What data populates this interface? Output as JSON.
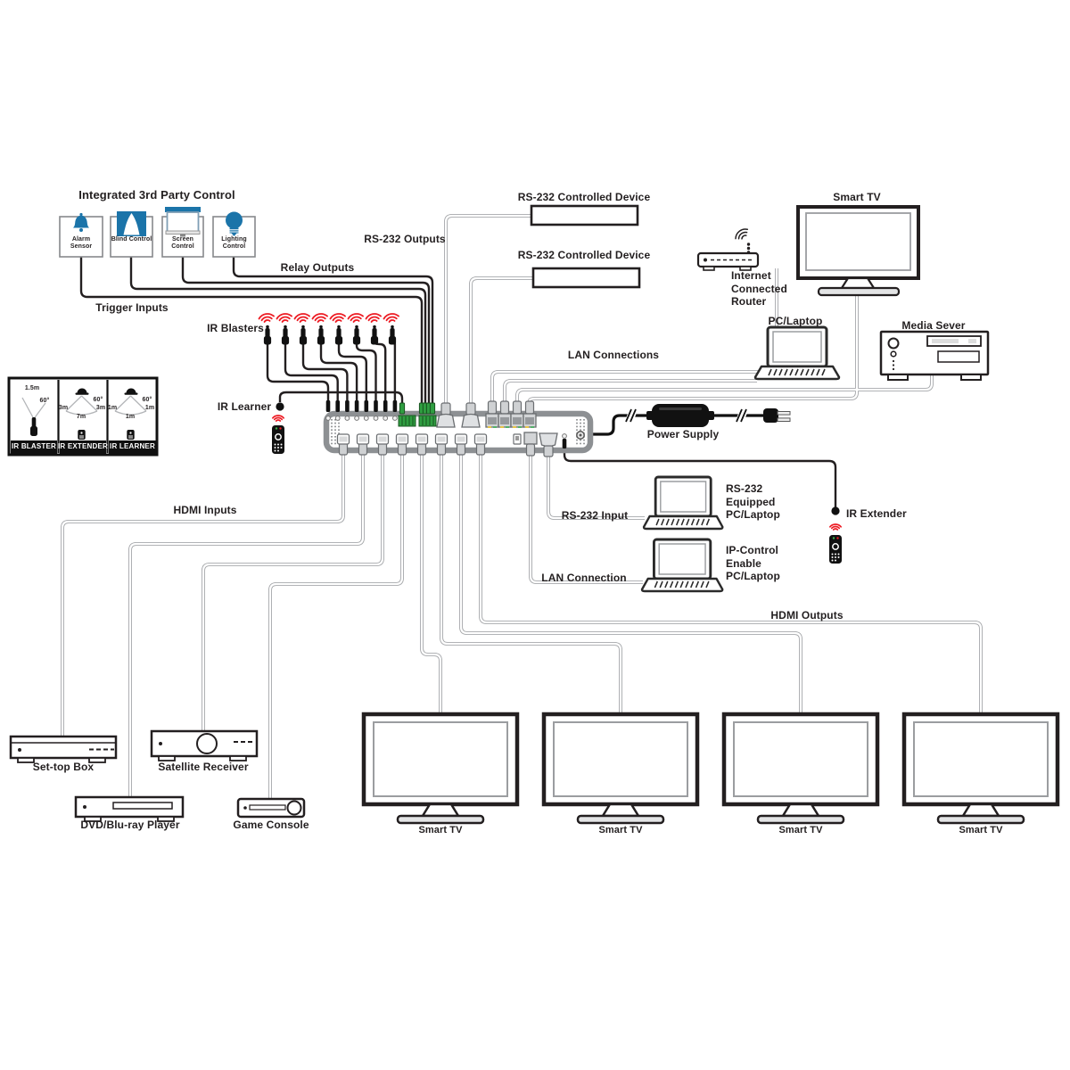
{
  "colors": {
    "red": "#ed1c24",
    "blue": "#1b74a9",
    "green": "#2f9e41",
    "wire": "#a6a8ab",
    "ink": "#231f20"
  },
  "third_party": {
    "heading": "Integrated 3rd Party Control",
    "items": [
      {
        "label": "Alarm Sensor"
      },
      {
        "label": "Blind Control"
      },
      {
        "label": "Screen Control"
      },
      {
        "label": "Lighting Control"
      }
    ]
  },
  "wire_labels": {
    "relay_outputs": "Relay Outputs",
    "trigger_inputs": "Trigger Inputs",
    "ir_blasters": "IR Blasters",
    "ir_learner": "IR Learner",
    "rs232_outputs": "RS-232 Outputs",
    "lan_connections": "LAN Connections",
    "hdmi_inputs": "HDMI Inputs",
    "hdmi_outputs": "HDMI Outputs",
    "rs232_input": "RS-232 Input",
    "lan_connection": "LAN Connection"
  },
  "devices": {
    "rs232_device_1": "RS-232 Controlled Device",
    "rs232_device_2": "RS-232 Controlled Device",
    "router": "Internet\nConnected\nRouter",
    "smart_tv_top": "Smart TV",
    "pc_laptop": "PC/Laptop",
    "media_server": "Media Sever",
    "power_supply": "Power Supply",
    "rs232_pc": "RS-232\nEquipped\nPC/Laptop",
    "ip_pc": "IP-Control\nEnable\nPC/Laptop",
    "ir_extender": "IR Extender"
  },
  "ir_panel": {
    "blaster": {
      "title": "IR BLASTER",
      "range": "1.5m",
      "angle": "60°"
    },
    "extender": {
      "title": "IR EXTENDER",
      "angle": "60°",
      "left": "3m",
      "right": "3m",
      "bottom": "7m"
    },
    "learner": {
      "title": "IR LEARNER",
      "angle": "60°",
      "left": "1m",
      "right": "1m",
      "bottom": "1m"
    }
  },
  "sources": [
    {
      "label": "Set-top Box"
    },
    {
      "label": "Satellite Receiver"
    },
    {
      "label": "DVD/Blu-ray Player"
    },
    {
      "label": "Game Console"
    }
  ],
  "output_tvs": [
    {
      "label": "Smart TV"
    },
    {
      "label": "Smart TV"
    },
    {
      "label": "Smart TV"
    },
    {
      "label": "Smart TV"
    }
  ]
}
